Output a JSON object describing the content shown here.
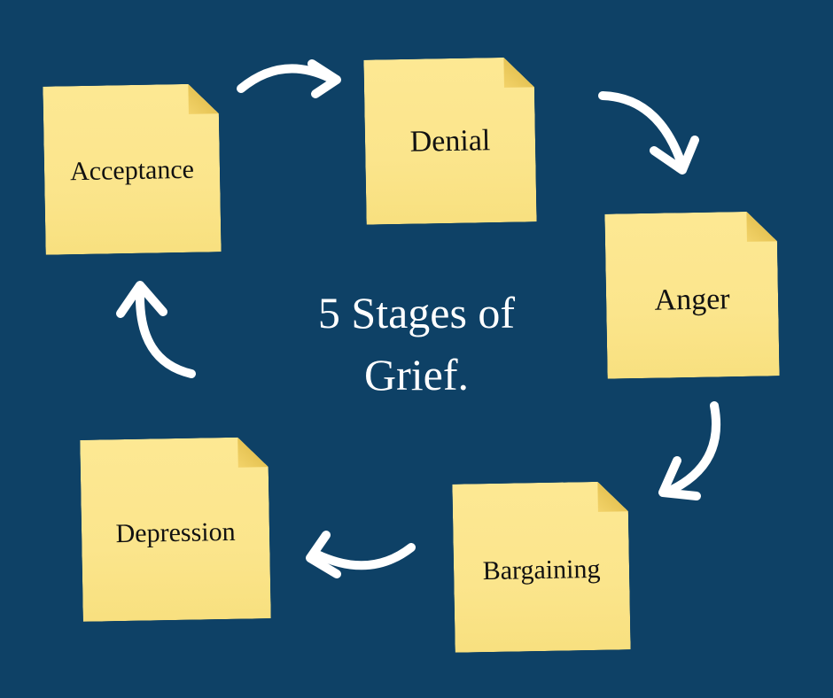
{
  "diagram": {
    "title_line1": "5 Stages of",
    "title_line2": "Grief.",
    "stages": {
      "acceptance": "Acceptance",
      "denial": "Denial",
      "anger": "Anger",
      "bargaining": "Bargaining",
      "depression": "Depression"
    }
  },
  "colors": {
    "background": "#0e4166",
    "note": "#fde893",
    "arrow": "#ffffff",
    "text": "#111111"
  }
}
